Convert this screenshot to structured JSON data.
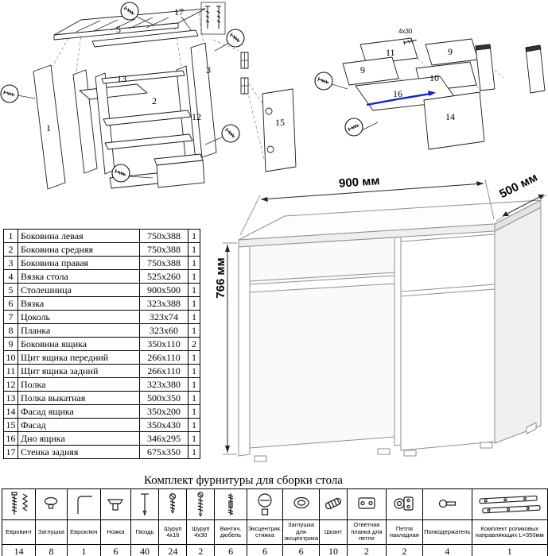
{
  "dimensions": {
    "width": "900 мм",
    "depth": "500 мм",
    "height": "766 мм"
  },
  "diagram_labels": {
    "desk": [
      "17",
      "5",
      "13",
      "2",
      "1",
      "3",
      "12",
      "15"
    ],
    "drawer": [
      "11",
      "9",
      "9",
      "10",
      "16",
      "14",
      "4x30"
    ]
  },
  "parts_table": {
    "rows": [
      {
        "num": "1",
        "name": "Боковина левая",
        "size": "750x388",
        "qty": "1"
      },
      {
        "num": "2",
        "name": "Боковина средняя",
        "size": "750x388",
        "qty": "1"
      },
      {
        "num": "3",
        "name": "Боковина правая",
        "size": "750x388",
        "qty": "1"
      },
      {
        "num": "4",
        "name": "Вязка стола",
        "size": "525x260",
        "qty": "1"
      },
      {
        "num": "5",
        "name": "Столешница",
        "size": "900x500",
        "qty": "1"
      },
      {
        "num": "6",
        "name": "Вязка",
        "size": "323x388",
        "qty": "1"
      },
      {
        "num": "7",
        "name": "Цоколь",
        "size": "323x74",
        "qty": "1"
      },
      {
        "num": "8",
        "name": "Планка",
        "size": "323x60",
        "qty": "1"
      },
      {
        "num": "9",
        "name": "Боковина ящика",
        "size": "350x110",
        "qty": "2"
      },
      {
        "num": "10",
        "name": "Щит ящика передний",
        "size": "266x110",
        "qty": "1"
      },
      {
        "num": "11",
        "name": "Щит ящика задний",
        "size": "266x110",
        "qty": "1"
      },
      {
        "num": "12",
        "name": "Полка",
        "size": "323x380",
        "qty": "1"
      },
      {
        "num": "13",
        "name": "Полка выкатная",
        "size": "500x350",
        "qty": "1"
      },
      {
        "num": "14",
        "name": "Фасад ящика",
        "size": "350x200",
        "qty": "1"
      },
      {
        "num": "15",
        "name": "Фасад",
        "size": "350x430",
        "qty": "1"
      },
      {
        "num": "16",
        "name": "Дно ящика",
        "size": "346x295",
        "qty": "1"
      },
      {
        "num": "17",
        "name": "Стенка задняя",
        "size": "675x350",
        "qty": "1"
      }
    ]
  },
  "hardware": {
    "title": "Комплект фурнитуры для сборки стола",
    "items": [
      {
        "label": "Евровинт",
        "qty": "14",
        "icon": "euro-screw-icon"
      },
      {
        "label": "Заглушка",
        "qty": "8",
        "icon": "plug-cap-icon"
      },
      {
        "label": "Евроключ",
        "qty": "1",
        "icon": "hex-key-icon"
      },
      {
        "label": "Ножка",
        "qty": "6",
        "icon": "furniture-leg-icon"
      },
      {
        "label": "Гвоздь",
        "qty": "40",
        "icon": "nail-icon"
      },
      {
        "label": "Шуруп 4x16",
        "qty": "24",
        "icon": "screw-4x16-icon"
      },
      {
        "label": "Шуруп 4x30",
        "qty": "2",
        "icon": "screw-4x30-icon"
      },
      {
        "label": "Винтич. дюбель",
        "qty": "6",
        "icon": "double-thread-dowel-icon"
      },
      {
        "label": "Эксцентрик. стяжка",
        "qty": "6",
        "icon": "cam-lock-icon"
      },
      {
        "label": "Заглушка для эксцентрика",
        "qty": "6",
        "icon": "cam-cover-icon"
      },
      {
        "label": "Шкант",
        "qty": "10",
        "icon": "wooden-dowel-icon"
      },
      {
        "label": "Ответная планка для петли",
        "qty": "2",
        "icon": "hinge-plate-icon"
      },
      {
        "label": "Петля накладная",
        "qty": "2",
        "icon": "hinge-icon"
      },
      {
        "label": "Полкодержатель",
        "qty": "4",
        "icon": "shelf-support-icon"
      },
      {
        "label": "Комплект роликовых направляющих L=350мм",
        "qty": "1",
        "icon": "roller-guides-icon"
      }
    ]
  }
}
